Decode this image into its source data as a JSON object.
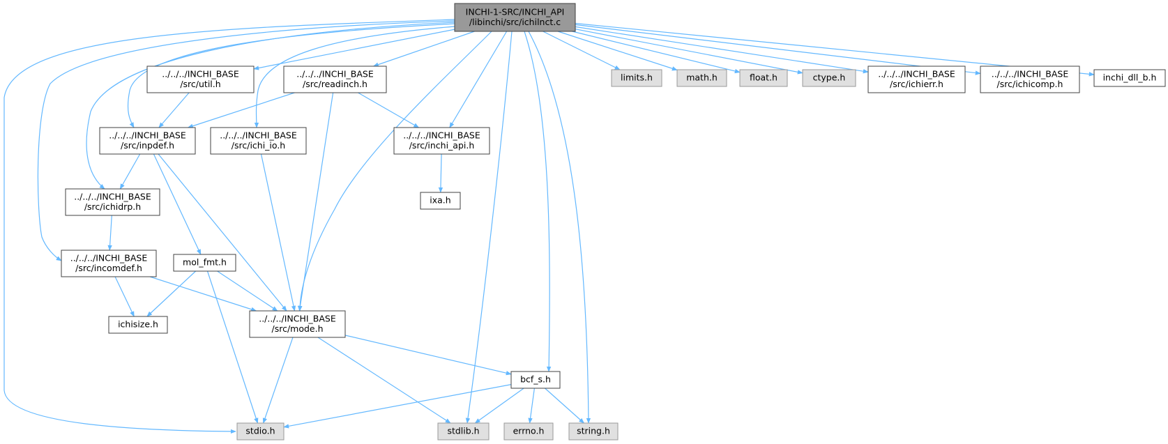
{
  "diagram": {
    "type": "include-dependency-graph",
    "colors": {
      "edge": "#63b8ff",
      "root_fill": "#999999",
      "local_fill": "#ffffff",
      "system_fill": "#e0e0e0",
      "local_border": "#404040",
      "system_border": "#999999"
    },
    "nodes": [
      {
        "id": "root",
        "kind": "root",
        "lines": [
          "INCHI-1-SRC/INCHI_API",
          "/libinchi/src/ichilnct.c"
        ]
      },
      {
        "id": "util",
        "kind": "local",
        "lines": [
          "../../../INCHI_BASE",
          "/src/util.h"
        ]
      },
      {
        "id": "readinch",
        "kind": "local",
        "lines": [
          "../../../INCHI_BASE",
          "/src/readinch.h"
        ]
      },
      {
        "id": "limits",
        "kind": "system",
        "lines": [
          "limits.h"
        ]
      },
      {
        "id": "math",
        "kind": "system",
        "lines": [
          "math.h"
        ]
      },
      {
        "id": "float",
        "kind": "system",
        "lines": [
          "float.h"
        ]
      },
      {
        "id": "ctype",
        "kind": "system",
        "lines": [
          "ctype.h"
        ]
      },
      {
        "id": "ichierr",
        "kind": "local",
        "lines": [
          "../../../INCHI_BASE",
          "/src/ichierr.h"
        ]
      },
      {
        "id": "ichicomp",
        "kind": "local",
        "lines": [
          "../../../INCHI_BASE",
          "/src/ichicomp.h"
        ]
      },
      {
        "id": "inchi_dll",
        "kind": "local",
        "lines": [
          "inchi_dll_b.h"
        ]
      },
      {
        "id": "inpdef",
        "kind": "local",
        "lines": [
          "../../../INCHI_BASE",
          "/src/inpdef.h"
        ]
      },
      {
        "id": "ichi_io",
        "kind": "local",
        "lines": [
          "../../../INCHI_BASE",
          "/src/ichi_io.h"
        ]
      },
      {
        "id": "inchi_api",
        "kind": "local",
        "lines": [
          "../../../INCHI_BASE",
          "/src/inchi_api.h"
        ]
      },
      {
        "id": "ixa",
        "kind": "local",
        "lines": [
          "ixa.h"
        ]
      },
      {
        "id": "ichidrp",
        "kind": "local",
        "lines": [
          "../../../INCHI_BASE",
          "/src/ichidrp.h"
        ]
      },
      {
        "id": "incomdef",
        "kind": "local",
        "lines": [
          "../../../INCHI_BASE",
          "/src/incomdef.h"
        ]
      },
      {
        "id": "mol_fmt",
        "kind": "local",
        "lines": [
          "mol_fmt.h"
        ]
      },
      {
        "id": "mode",
        "kind": "local",
        "lines": [
          "../../../INCHI_BASE",
          "/src/mode.h"
        ]
      },
      {
        "id": "ichisize",
        "kind": "local",
        "lines": [
          "ichisize.h"
        ]
      },
      {
        "id": "bcf_s",
        "kind": "local",
        "lines": [
          "bcf_s.h"
        ]
      },
      {
        "id": "stdio",
        "kind": "system",
        "lines": [
          "stdio.h"
        ]
      },
      {
        "id": "stdlib",
        "kind": "system",
        "lines": [
          "stdlib.h"
        ]
      },
      {
        "id": "errno",
        "kind": "system",
        "lines": [
          "errno.h"
        ]
      },
      {
        "id": "string",
        "kind": "system",
        "lines": [
          "string.h"
        ]
      }
    ],
    "edges": [
      {
        "from": "root",
        "to": "util"
      },
      {
        "from": "root",
        "to": "readinch"
      },
      {
        "from": "root",
        "to": "limits"
      },
      {
        "from": "root",
        "to": "math"
      },
      {
        "from": "root",
        "to": "float"
      },
      {
        "from": "root",
        "to": "ctype"
      },
      {
        "from": "root",
        "to": "ichierr"
      },
      {
        "from": "root",
        "to": "ichicomp"
      },
      {
        "from": "root",
        "to": "inchi_dll"
      },
      {
        "from": "root",
        "to": "inpdef"
      },
      {
        "from": "root",
        "to": "ichi_io"
      },
      {
        "from": "root",
        "to": "inchi_api"
      },
      {
        "from": "root",
        "to": "ichidrp"
      },
      {
        "from": "root",
        "to": "incomdef"
      },
      {
        "from": "root",
        "to": "mode"
      },
      {
        "from": "root",
        "to": "bcf_s"
      },
      {
        "from": "root",
        "to": "stdio"
      },
      {
        "from": "root",
        "to": "stdlib"
      },
      {
        "from": "root",
        "to": "string"
      },
      {
        "from": "util",
        "to": "inpdef"
      },
      {
        "from": "readinch",
        "to": "inpdef"
      },
      {
        "from": "readinch",
        "to": "inchi_api"
      },
      {
        "from": "readinch",
        "to": "mode"
      },
      {
        "from": "inpdef",
        "to": "ichidrp"
      },
      {
        "from": "inpdef",
        "to": "mol_fmt"
      },
      {
        "from": "inpdef",
        "to": "mode"
      },
      {
        "from": "ichi_io",
        "to": "mode"
      },
      {
        "from": "inchi_api",
        "to": "ixa"
      },
      {
        "from": "ichidrp",
        "to": "incomdef"
      },
      {
        "from": "incomdef",
        "to": "ichisize"
      },
      {
        "from": "incomdef",
        "to": "mode"
      },
      {
        "from": "mol_fmt",
        "to": "ichisize"
      },
      {
        "from": "mol_fmt",
        "to": "mode"
      },
      {
        "from": "mol_fmt",
        "to": "stdio"
      },
      {
        "from": "mode",
        "to": "bcf_s"
      },
      {
        "from": "mode",
        "to": "stdio"
      },
      {
        "from": "mode",
        "to": "stdlib"
      },
      {
        "from": "bcf_s",
        "to": "stdio"
      },
      {
        "from": "bcf_s",
        "to": "stdlib"
      },
      {
        "from": "bcf_s",
        "to": "errno"
      },
      {
        "from": "bcf_s",
        "to": "string"
      }
    ]
  }
}
